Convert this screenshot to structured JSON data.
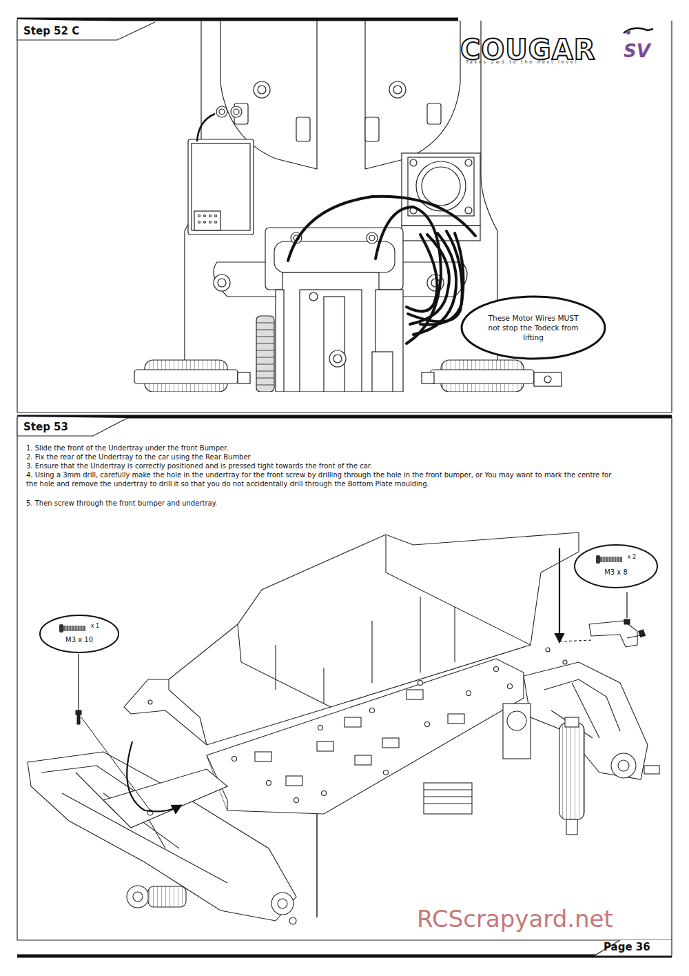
{
  "diagram": {
    "nodes": [
      {
        "text": [
          "These Motor Wires MUST not stop the Todeck from lifting"
        ]
      },
      {
        "text": [
          "x 2",
          "M3 x 8"
        ]
      },
      {
        "text": [
          "x 1",
          "M3 x 10"
        ]
      }
    ],
    "labels": [
      "Step 52 C",
      "COUGAR",
      "SV",
      "Takes 2wd to the next level",
      "Step 53",
      "1. Slide the front of the Undertray under the front Bumper.",
      "2. Fix the rear of the Undertray to the car using the Rear Bumber",
      "3. Ensure that the Undertray is correctly positioned and is pressed tight towards the front of the car.",
      "4. Using a 3mm drill, carefully make the hole in the undertray for the front screw by drilling through the hole in the front bumper, or You may want to mark the centre for the hole and remove the undertray to drill it so that you do not accidentally drill through the Bottom Plate moulding.",
      "5. Then screw through the front bumper and undertray.",
      "RCScrapyard.net",
      "Page 36"
    ]
  }
}
